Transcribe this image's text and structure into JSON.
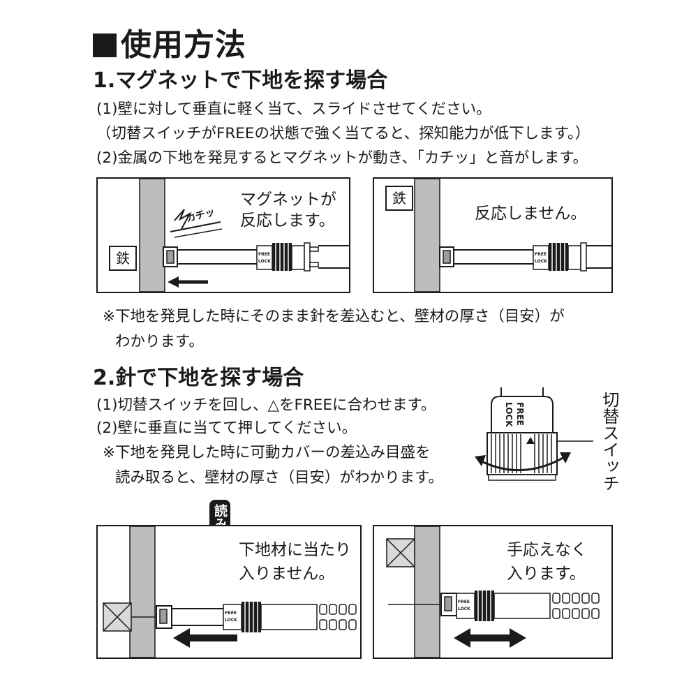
{
  "title": "使用方法",
  "section1": {
    "heading": "1.マグネットで下地を探す場合",
    "lines": [
      "(1)壁に対して垂直に軽く当て、スライドさせてください。",
      "（切替スイッチがFREEの状態で強く当てると、探知能力が低下します。）",
      "(2)金属の下地を発見するとマグネットが動き、「カチッ」と音がします。"
    ],
    "panel_left": {
      "iron_label": "鉄",
      "click_sound": "カチッ",
      "caption_line1": "マグネットが",
      "caption_line2": "反応します。"
    },
    "panel_right": {
      "iron_label": "鉄",
      "caption": "反応しません。"
    },
    "note_line1": "※下地を発見した時にそのまま針を差込むと、壁材の厚さ（目安）が",
    "note_line2": "わかります。"
  },
  "section2": {
    "heading": "2.針で下地を探す場合",
    "lines": [
      "(1)切替スイッチを回し、△をFREEに合わせます。",
      "(2)壁に垂直に当てて押してください。",
      "※下地を発見した時に可動カバーの差込み目盛を",
      "読み取ると、壁材の厚さ（目安）がわかります。"
    ],
    "switch_label": "切替スイッチ",
    "free_label": "FREE",
    "lock_label": "LOCK",
    "reading_position": "読み取り位置",
    "panel_left": {
      "caption_line1": "下地材に当たり",
      "caption_line2": "入りません。"
    },
    "panel_right": {
      "caption_line1": "手応えなく",
      "caption_line2": "入ります。"
    }
  },
  "colors": {
    "ink": "#1a1a1a",
    "wall": "#bdbdbd",
    "paper": "#ffffff"
  }
}
